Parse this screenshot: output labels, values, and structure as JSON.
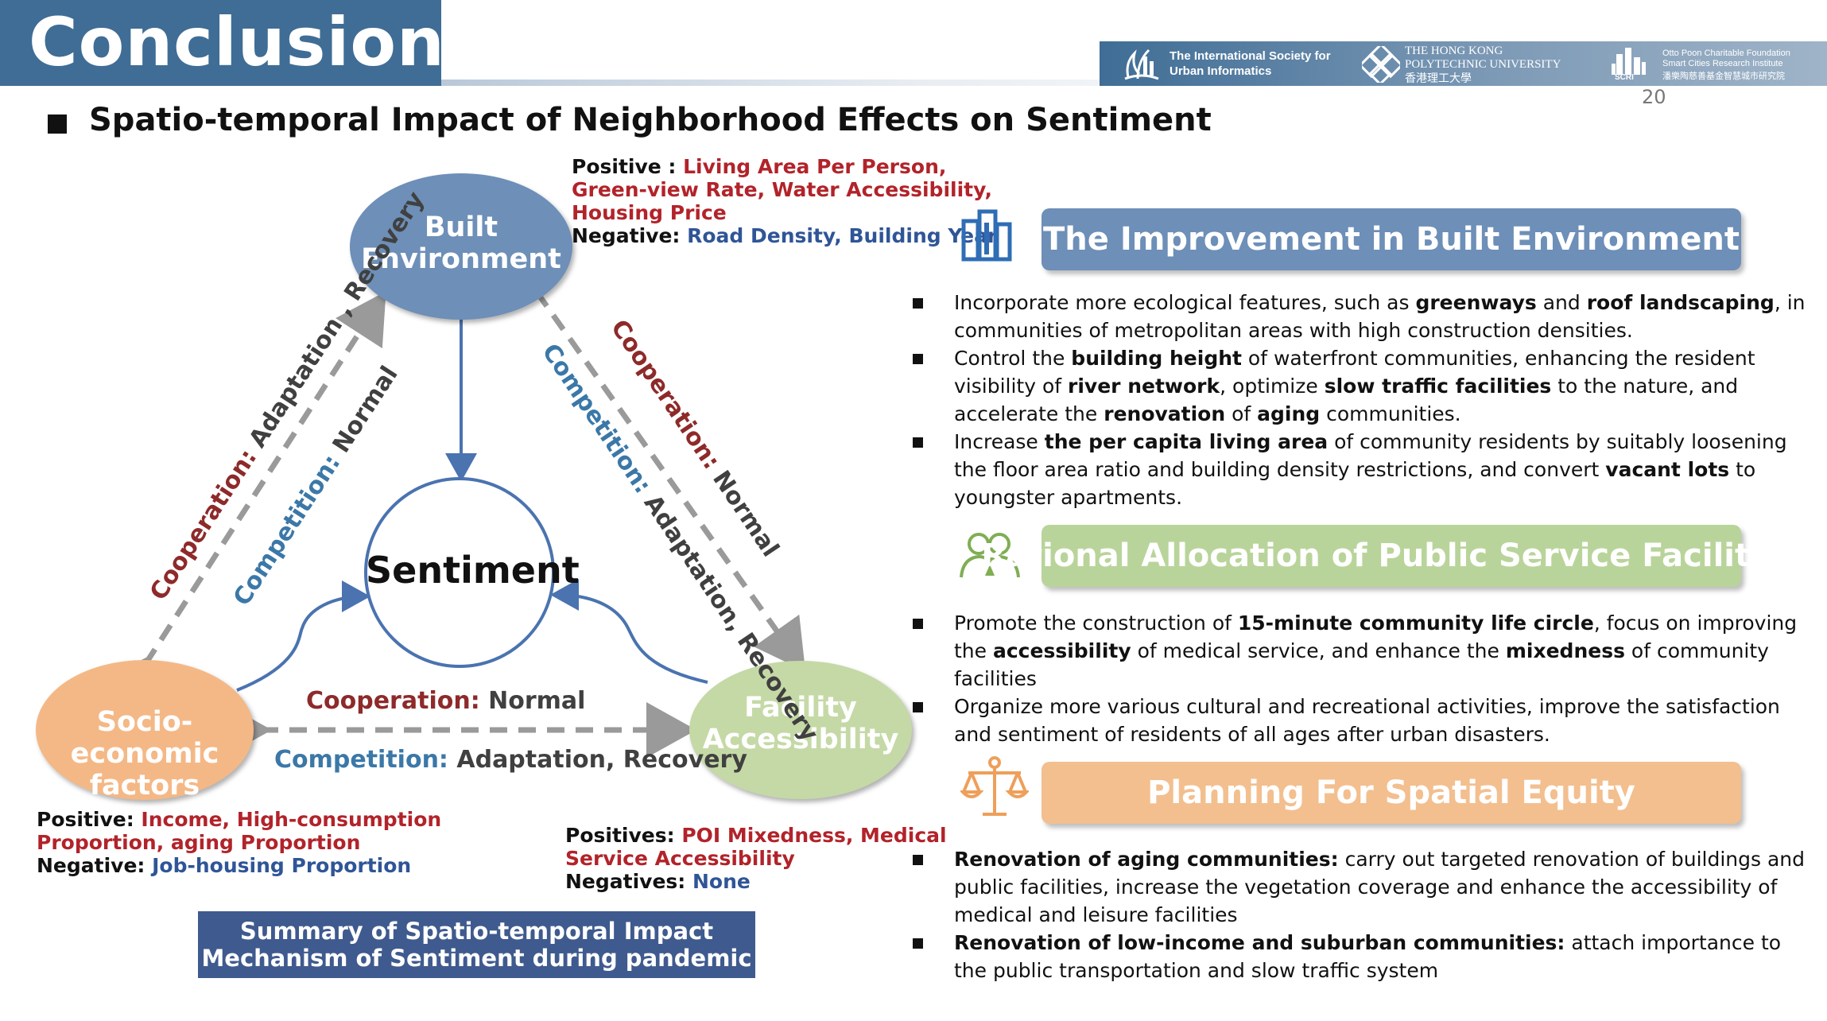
{
  "header": {
    "title": "Conclusion",
    "page_number": "20",
    "logos": {
      "isui_line1": "The International Society for",
      "isui_line2": "Urban Informatics",
      "polyu_line1": "THE HONG KONG",
      "polyu_line2": "POLYTECHNIC UNIVERSITY",
      "polyu_line3": "香港理工大學",
      "scri_line1": "Otto Poon Charitable Foundation",
      "scri_line2": "Smart Cities Research Institute",
      "scri_line3": "潘樂陶慈善基金智慧城市研究院",
      "scri_badge": "SCRI"
    }
  },
  "heading": "Spatio-temporal Impact of Neighborhood Effects on Sentiment",
  "diagram": {
    "center": "Sentiment",
    "nodes": {
      "built_line1": "Built",
      "built_line2": "Environment",
      "socio_line1": "Socio-economic",
      "socio_line2": "factors",
      "facility_line1": "Facility",
      "facility_line2": "Accessibility"
    },
    "built_effects": {
      "pos_label": "Positive : ",
      "pos_line1": "Living Area Per Person,",
      "pos_line2": "Green-view Rate, Water Accessibility,",
      "pos_line3": "Housing Price",
      "neg_label": "Negative: ",
      "neg_value": "Road Density, Building Year"
    },
    "socio_effects": {
      "pos_label": "Positive: ",
      "pos_line1": "Income, High-consumption",
      "pos_line2": "Proportion, aging Proportion",
      "neg_label": "Negative: ",
      "neg_value": "Job-housing Proportion"
    },
    "facility_effects": {
      "pos_label": "Positives: ",
      "pos_line1": "POI Mixedness, Medical",
      "pos_line2": "Service Accessibility",
      "neg_label": "Negatives: ",
      "neg_value": "None"
    },
    "relations": {
      "left_coop_label": "Cooperation: ",
      "left_coop_value": "Adaptation , Recovery",
      "left_comp_label": "Competition: ",
      "left_comp_value": "Normal",
      "right_coop_label": "Cooperation: ",
      "right_coop_value": "Normal",
      "right_comp_label": "Competition: ",
      "right_comp_value": "Adaptation, Recovery",
      "bottom_coop_label": "Cooperation: ",
      "bottom_coop_value": "Normal",
      "bottom_comp_label": "Competition: ",
      "bottom_comp_value": "Adaptation, Recovery"
    },
    "summary_line1": "Summary of Spatio-temporal Impact",
    "summary_line2": "Mechanism of Sentiment during pandemic"
  },
  "sections": [
    {
      "title": "The Improvement in Built Environment",
      "icon": "building-icon",
      "color": "#6e8fb8"
    },
    {
      "title": "Rational Allocation of Public Service Facilities",
      "icon": "people-icon",
      "color": "#b9d49a"
    },
    {
      "title": "Planning For Spatial Equity",
      "icon": "scale-icon",
      "color": "#f3bf8f"
    }
  ],
  "bullets_built": {
    "b1_t1": "Incorporate more ecological features, such as ",
    "b1_k1": "greenways",
    "b1_t2": " and ",
    "b1_k2": "roof landscaping",
    "b1_t3": ", in communities of metropolitan areas with high construction densities.",
    "b2_t1": "Control the ",
    "b2_k1": "building height",
    "b2_t2": " of waterfront communities, enhancing the resident visibility of ",
    "b2_k2": "river network",
    "b2_t3": ", optimize ",
    "b2_k3": "slow traffic facilities",
    "b2_t4": " to the nature, and accelerate the ",
    "b2_k4": "renovation",
    "b2_t5": " of ",
    "b2_k5": "aging",
    "b2_t6": " communities.",
    "b3_t1": "Increase ",
    "b3_k1": "the per capita living area",
    "b3_t2": " of community residents by suitably loosening the floor area ratio and building density restrictions, and convert ",
    "b3_k2": "vacant lots",
    "b3_t3": " to  youngster apartments."
  },
  "bullets_facility": {
    "b1_t1": "Promote the construction of ",
    "b1_k1": "15-minute community life circle",
    "b1_t2": ", focus on improving the ",
    "b1_k2": "accessibility",
    "b1_t3": " of medical service, and enhance the ",
    "b1_k3": "mixedness",
    "b1_t4": " of community facilities",
    "b2_t1": "Organize more various cultural and recreational activities, improve the satisfaction and sentiment of residents of all ages after urban disasters."
  },
  "bullets_equity": {
    "b1_k1": "Renovation of aging communities:",
    "b1_t1": " carry out targeted renovation of buildings and public facilities, increase the vegetation coverage and enhance the accessibility of medical and leisure facilities",
    "b2_k1": "Renovation of low-income and suburban communities:",
    "b2_t1": " attach importance to the public transportation and slow traffic system"
  }
}
